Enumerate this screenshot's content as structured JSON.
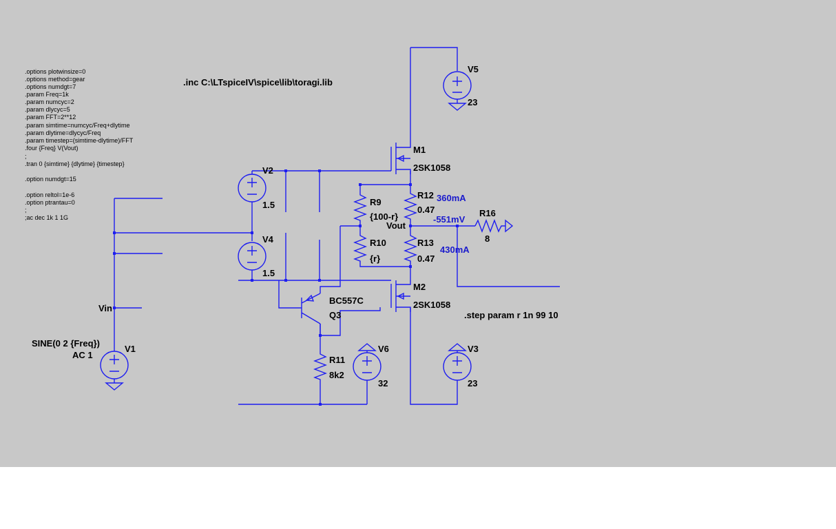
{
  "colors": {
    "background": "#c8c8c8",
    "wire": "#1e1ef0",
    "text": "#000000",
    "annotation": "#1a1acc"
  },
  "directives": [
    ".options plotwinsize=0",
    ".options method=gear",
    ".options numdgt=7",
    ".param Freq=1k",
    ".param numcyc=2",
    ".param dlycyc=5",
    ".param FFT=2**12",
    ".param simtime=numcyc/Freq+dlytime",
    ".param dlytime=dlycyc/Freq",
    ".param timestep=(simtime-dlytime)/FFT",
    ".four {Freq} V(Vout)",
    ";",
    ".tran 0 {simtime} {dlytime} {timestep}",
    ".option numdgt=15",
    ".option reltol=1e-6",
    ".option ptrantau=0",
    ";",
    ";ac dec 1k 1 1G"
  ],
  "include": ".inc C:\\LTspiceIV\\spice\\lib\\toragi.lib",
  "step": ".step param r 1n 99 10",
  "components": {
    "V5": {
      "name": "V5",
      "value": "23"
    },
    "M1": {
      "name": "M1",
      "model": "2SK1058"
    },
    "V2": {
      "name": "V2",
      "value": "1.5"
    },
    "V4": {
      "name": "V4",
      "value": "1.5"
    },
    "R9": {
      "name": "R9",
      "value": "{100-r}"
    },
    "R10": {
      "name": "R10",
      "value": "{r}"
    },
    "R12": {
      "name": "R12",
      "value": "0.47"
    },
    "R13": {
      "name": "R13",
      "value": "0.47"
    },
    "R16": {
      "name": "R16",
      "value": "8"
    },
    "M2": {
      "name": "M2",
      "model": "2SK1058"
    },
    "Q3": {
      "name": "Q3",
      "model": "BC557C"
    },
    "R11": {
      "name": "R11",
      "value": "8k2"
    },
    "V6": {
      "name": "V6",
      "value": "32"
    },
    "V3": {
      "name": "V3",
      "value": "23"
    },
    "V1": {
      "name": "V1",
      "value": "SINE(0 2 {Freq})",
      "ac": "AC 1"
    }
  },
  "nets": {
    "vout": "Vout",
    "vin": "Vin"
  },
  "annotations": {
    "i_r12": "360mA",
    "v_out": "-551mV",
    "i_r13": "430mA"
  }
}
